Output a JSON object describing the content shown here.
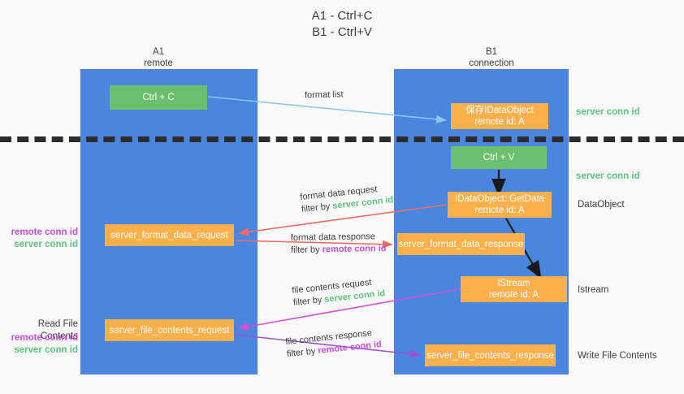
{
  "title": {
    "line1": "A1 - Ctrl+C",
    "line2": "B1 - Ctrl+V"
  },
  "columns": {
    "a1": {
      "name": "A1",
      "role": "remote"
    },
    "b1": {
      "name": "B1",
      "role": "connection"
    }
  },
  "nodes": {
    "ctrl_c": {
      "label": "Ctrl + C",
      "sub": "",
      "color": "#6cbf6c"
    },
    "idataobject": {
      "label": "保存IDataObject",
      "sub": "remote id: A",
      "color": "#fbb04c"
    },
    "ctrl_v": {
      "label": "Ctrl + V",
      "sub": "",
      "color": "#6cbf6c"
    },
    "getdata": {
      "label": "IDataObject::GetData",
      "sub": "remote id: A",
      "color": "#fbb04c"
    },
    "format_data_request": {
      "label": "server_format_data_request",
      "sub": "",
      "color": "#fbb04c"
    },
    "format_data_response": {
      "label": "server_format_data_response",
      "sub": "",
      "color": "#fbb04c"
    },
    "istream": {
      "label": "IStream",
      "sub": "remote id: A",
      "color": "#fbb04c"
    },
    "file_contents_request": {
      "label": "server_file_contents_request",
      "sub": "",
      "color": "#fbb04c"
    },
    "file_contents_response": {
      "label": "server_file_contents_response",
      "sub": "",
      "color": "#fbb04c"
    }
  },
  "edges": {
    "format_list": {
      "line1": "format list",
      "filter_prefix": "",
      "filter_target": ""
    },
    "format_data_request": {
      "line1": "format data request",
      "filter_prefix": "filter by ",
      "filter_target": "server conn id"
    },
    "format_data_response": {
      "line1": "format data response",
      "filter_prefix": "filter by ",
      "filter_target": "remote conn id"
    },
    "file_contents_request": {
      "line1": "file contents request",
      "filter_prefix": "filter by ",
      "filter_target": "server conn id"
    },
    "file_contents_response": {
      "line1": "file contents response",
      "filter_prefix": "filter by ",
      "filter_target": "remote conn id"
    }
  },
  "right_labels": {
    "server_conn_id_1": "server conn id",
    "server_conn_id_2": "server conn id",
    "dataobject": "DataObject",
    "istream": "Istream",
    "write_file_contents": "Write File Contents"
  },
  "left_labels": {
    "remote_conn_id_1": "remote conn id",
    "server_conn_id_1": "server conn id",
    "read_file_contents": "Read File Contents",
    "remote_conn_id_2": "remote conn id",
    "server_conn_id_2": "server conn id"
  },
  "colors": {
    "lane": "#4a86e0",
    "green_node": "#6cbf6c",
    "orange_node": "#fbb04c",
    "remote_conn": "#c44fd4",
    "server_conn": "#5cc47c",
    "arrow_light_blue": "#8ec5f0",
    "arrow_red": "#f06a62",
    "arrow_magenta": "#d44fd4",
    "arrow_purple": "#a04fd4",
    "arrow_black": "#1a1a1a",
    "background": "#f8f8f8"
  }
}
